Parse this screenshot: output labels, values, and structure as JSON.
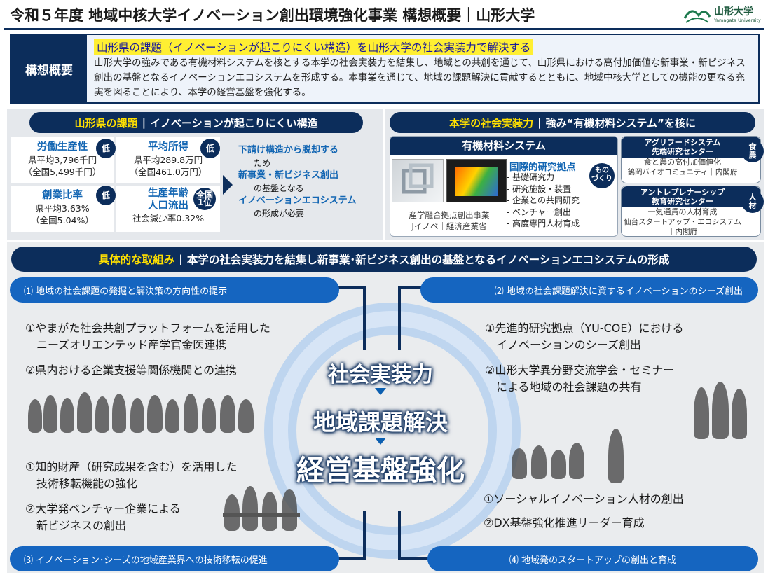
{
  "header": {
    "title": "令和５年度 地域中核大学イノベーション創出環境強化事業 構想概要｜山形大学",
    "logo_name": "山形大学",
    "logo_sub": "Yamagata University"
  },
  "plan": {
    "label": "構想概要",
    "headline": "山形県の課題（イノベーションが起こりにくい構造）を山形大学の社会実装力で解決する",
    "body": "山形大学の強みである有機材料システムを核とする本学の社会実装力を結集し、地域との共創を通じて、山形県における高付加価値な新事業・新ビジネス創出の基盤となるイノベーションエコシステムを形成する。本事業を通じて、地域の課題解決に貢献するとともに、地域中核大学としての機能の更なる充実を図ることにより、本学の経営基盤を強化する。"
  },
  "issues": {
    "label": "山形県の課題",
    "title": "イノベーションが起こりにくい構造",
    "stats": [
      {
        "name": "労働生産性",
        "v1": "県平均3,796千円",
        "v2": "（全国5,499千円）",
        "badge": "低"
      },
      {
        "name": "平均所得",
        "v1": "県平均289.8万円",
        "v2": "（全国461.0万円）",
        "badge": "低"
      },
      {
        "name": "創業比率",
        "v1": "県平均3.63%",
        "v2": "（全国5.04%）",
        "badge": "低"
      },
      {
        "name": "生産年齢",
        "name2": "人口流出",
        "v1": "社会減少率0.32%",
        "v2": "",
        "badge": "全国",
        "badge2": "1位"
      }
    ],
    "needs": [
      {
        "b": "下請け構造から脱却する",
        "s": "ため"
      },
      {
        "b": "新事業・新ビジネス創出",
        "s": "の基盤となる"
      },
      {
        "b": "イノベーションエコシステム",
        "s": "の形成が必要"
      }
    ]
  },
  "strength": {
    "label": "本学の社会実装力",
    "title": "強み“有機材料システム”を核に",
    "system": {
      "title": "有機材料システム",
      "hub": "国際的研究拠点",
      "items": [
        "基礎研究力",
        "研究施設・装置",
        "企業との共同研究",
        "ベンチャー創出",
        "高度専門人材育成"
      ],
      "badge1": "もの",
      "badge2": "づくり",
      "caption1": "産学融合拠点創出事業",
      "caption2": "Jイノベ｜経済産業省"
    },
    "centers": [
      {
        "h1": "アグリフードシステム",
        "h2": "先端研究センター",
        "l1": "食と農の高付加価値化",
        "l2": "鶴岡バイオコミュニティ｜内閣府",
        "b1": "食",
        "b2": "農"
      },
      {
        "h1": "アントレプレナーシップ",
        "h2": "教育研究センター",
        "l1": "一気通貫の人材育成",
        "l2": "仙台スタートアップ・エコシステム",
        "l3": "｜内閣府",
        "b1": "人",
        "b2": "材"
      }
    ]
  },
  "actions": {
    "label": "具体的な取組み",
    "title": "本学の社会実装力を結集し新事業･新ビジネス創出の基盤となるイノベーションエコシステムの形成",
    "p1": {
      "title": "⑴ 地域の社会課題の発掘と解決策の方向性の提示",
      "items": [
        "①やまがた社会共創プラットフォームを活用した",
        "　ニーズオリエンテッド産学官金医連携",
        "②県内おける企業支援等関係機関との連携"
      ]
    },
    "p2": {
      "title": "⑵ 地域の社会課題解決に資するイノベーションのシーズ創出",
      "items": [
        "①先進的研究拠点（YU-COE）における",
        "　イノベーションのシーズ創出",
        "②山形大学異分野交流学会・セミナー",
        "　による地域の社会課題の共有"
      ]
    },
    "p3": {
      "title": "⑶ イノベーション･シーズの地域産業界への技術移転の促進",
      "items": [
        "①知的財産（研究成果を含む）を活用した",
        "　技術移転機能の強化",
        "②大学発ベンチャー企業による",
        "　新ビジネスの創出"
      ]
    },
    "p4": {
      "title": "⑷ 地域発のスタートアップの創出と育成",
      "items": [
        "①ソーシャルイノベーション人材の創出",
        "②DX基盤強化推進リーダー育成"
      ]
    },
    "center": [
      "社会実装力",
      "地域課題解決",
      "経営基盤強化"
    ]
  },
  "colors": {
    "navy": "#0c2d5b",
    "accent": "#1366b3",
    "highlight": "#ffef32"
  }
}
